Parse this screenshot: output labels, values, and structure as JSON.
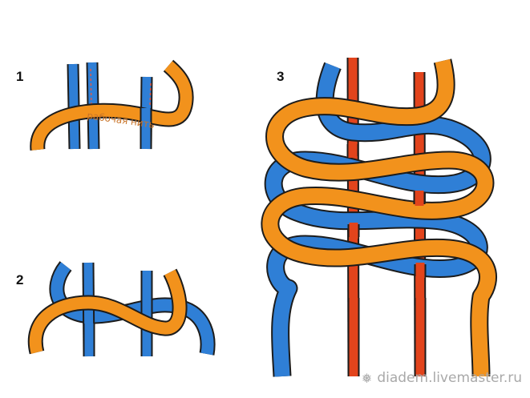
{
  "steps": [
    {
      "number": "1",
      "working_thread_label": "рабочая нить"
    },
    {
      "number": "2"
    },
    {
      "number": "3"
    }
  ],
  "watermark": {
    "icon": "snowflake-icon",
    "text": "diadem.livemaster.ru"
  },
  "colors": {
    "blue_cord": "#2f7fd6",
    "orange_cord": "#f2921c",
    "cord_outline": "#1c1c1c",
    "red_core": "#e2441c",
    "label_color": "#c9752a"
  }
}
